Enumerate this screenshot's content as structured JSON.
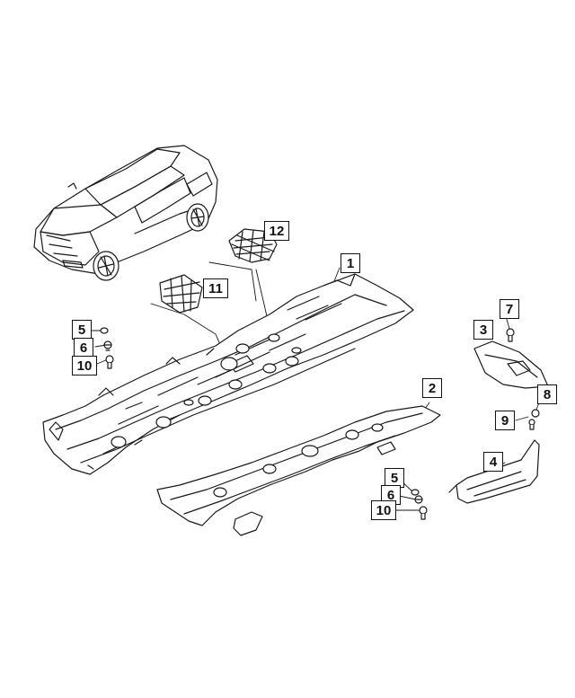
{
  "callouts": [
    {
      "id": "c1",
      "label": "1"
    },
    {
      "id": "c2",
      "label": "2"
    },
    {
      "id": "c3",
      "label": "3"
    },
    {
      "id": "c4",
      "label": "4"
    },
    {
      "id": "c5a",
      "label": "5"
    },
    {
      "id": "c5b",
      "label": "5"
    },
    {
      "id": "c6a",
      "label": "6"
    },
    {
      "id": "c6b",
      "label": "6"
    },
    {
      "id": "c7",
      "label": "7"
    },
    {
      "id": "c8",
      "label": "8"
    },
    {
      "id": "c9",
      "label": "9"
    },
    {
      "id": "c10a",
      "label": "10"
    },
    {
      "id": "c10b",
      "label": "10"
    },
    {
      "id": "c11",
      "label": "11"
    },
    {
      "id": "c12",
      "label": "12"
    }
  ],
  "colors": {
    "line": "#1a1a1a",
    "fill": "#ffffff",
    "detail": "#333333"
  }
}
